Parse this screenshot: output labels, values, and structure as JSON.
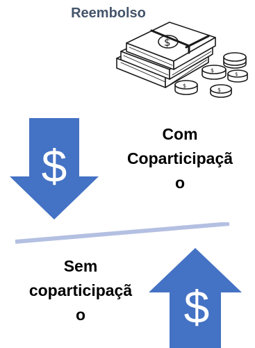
{
  "slide": {
    "title": "Reembolso",
    "com_label": "Com\nCoparticipaçã\no",
    "sem_label": "Sem\ncoparticipaçã\no",
    "arrow_symbol": "$",
    "icons": [
      "money-stack-icon",
      "arrow-down-icon",
      "arrow-up-icon",
      "dollar-icon"
    ],
    "colors": {
      "arrow_fill": "#4472c4",
      "title": "#44546a",
      "divider": "#b4c0e2"
    }
  }
}
